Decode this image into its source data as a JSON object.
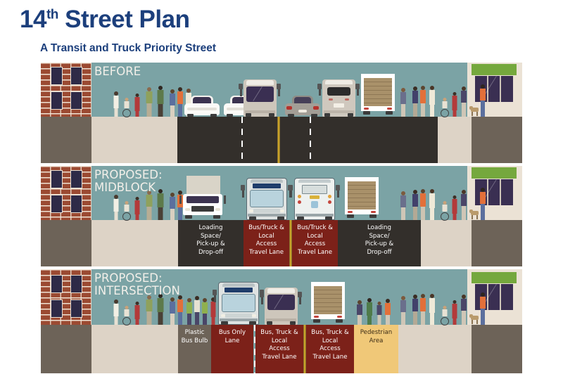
{
  "header": {
    "title_main": "14",
    "title_sup": "th",
    "title_rest": " Street Plan",
    "subtitle": "A Transit and Truck Priority Street",
    "title_color": "#1c3f7c"
  },
  "panels": [
    {
      "id": "before",
      "title": "BEFORE",
      "lanes": [],
      "markings": "dashed white lane lines with yellow double center line"
    },
    {
      "id": "midblock",
      "title": "PROPOSED:\nMIDBLOCK",
      "lanes": [
        {
          "label": "Loading\nSpace/\nPick-up &\nDrop-off",
          "color": "#332f2b",
          "text_color": "#ffffff"
        },
        {
          "label": "Bus/Truck &\nLocal\nAccess\nTravel Lane",
          "color": "#7c2119",
          "text_color": "#ffffff"
        },
        {
          "label": "Bus/Truck &\nLocal\nAccess\nTravel Lane",
          "color": "#7c2119",
          "text_color": "#ffffff"
        },
        {
          "label": "Loading\nSpace/\nPick-up &\nDrop-off",
          "color": "#332f2b",
          "text_color": "#ffffff"
        }
      ]
    },
    {
      "id": "intersection",
      "title": "PROPOSED:\nINTERSECTION",
      "lanes": [
        {
          "label": "Plastic\nBus Bulb",
          "color": "#6d6358",
          "text_color": "#ffffff"
        },
        {
          "label": "Bus Only\nLane",
          "color": "#7c2119",
          "text_color": "#ffffff"
        },
        {
          "label": "Bus, Truck &\nLocal\nAccess\nTravel Lane",
          "color": "#7c2119",
          "text_color": "#ffffff"
        },
        {
          "label": "Bus, Truck &\nLocal\nAccess\nTravel Lane",
          "color": "#7c2119",
          "text_color": "#ffffff"
        },
        {
          "label": "Pedestrian\nArea",
          "color": "#f0c878",
          "text_color": "#3a2a14"
        }
      ]
    }
  ],
  "palette": {
    "sky": "#7ba3a5",
    "sidewalk": "#ddd3c6",
    "asphalt": "#332f2b",
    "brick": "#9b4a32",
    "building_base": "#6d6358",
    "bus_lane_red": "#7c2119",
    "pedestrian_area": "#f0c878",
    "awning_green": "#75a83d",
    "storefront": "#ebe2d5",
    "center_line_yellow": "#c9a227"
  }
}
